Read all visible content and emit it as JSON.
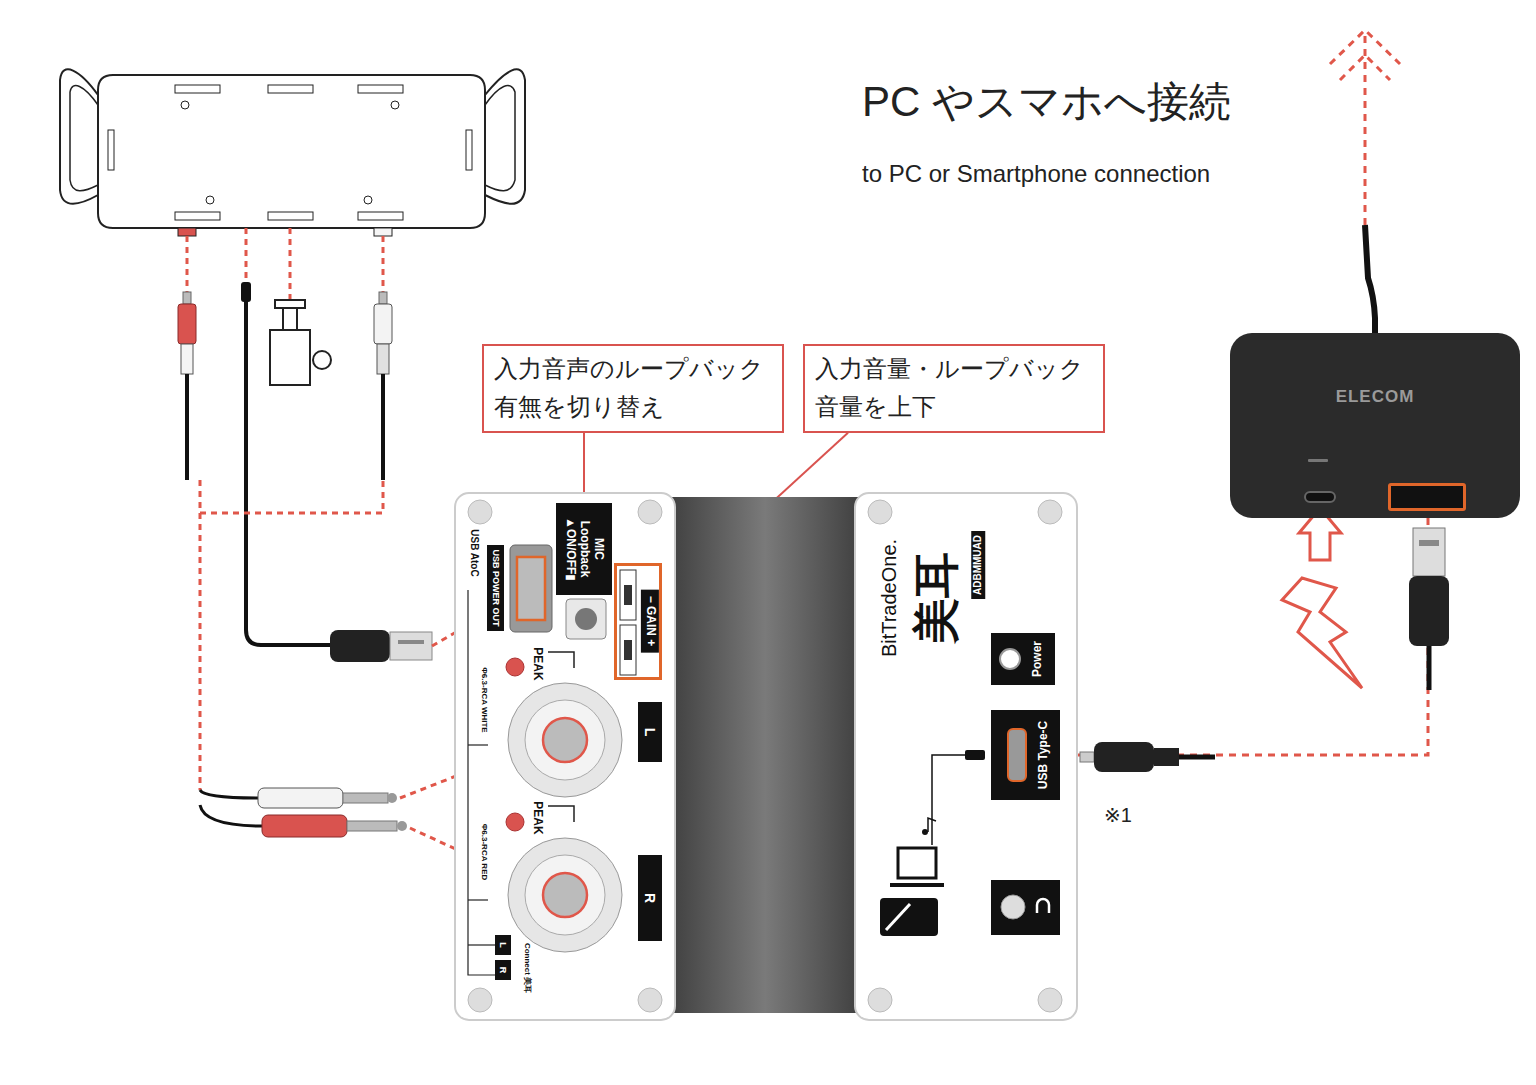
{
  "diagram": {
    "title": "PC やスマホへ接続",
    "nodes": [
      {
        "text": [
          "入力音声のループバック 有無を切り替え"
        ]
      },
      {
        "text": [
          "入力音量・ループバック 音量を上下"
        ]
      },
      {
        "text": [
          "ELECOM"
        ]
      },
      {
        "text": [
          "USB POWER OUT"
        ]
      },
      {
        "text": [
          "MIC Loopback ▲ON/OFF▮"
        ]
      },
      {
        "text": [
          "− GAIN +"
        ]
      },
      {
        "text": [
          "Power"
        ]
      },
      {
        "text": [
          "L"
        ]
      },
      {
        "text": [
          "USB Type-C"
        ]
      },
      {
        "text": [
          "R"
        ]
      }
    ],
    "edges": [
      {
        "from": 0,
        "to": 4,
        "arrow": "none"
      },
      {
        "from": 1,
        "to": 5,
        "arrow": "none"
      },
      {
        "from": 8,
        "to": 2,
        "arrow": "none"
      }
    ],
    "labels": [
      "to PC or Smartphone connection",
      "USB AtoC",
      "PEAK",
      "Φ6.3-RCA WHITE",
      "PEAK",
      "Φ6.3-RCA RED",
      "L",
      "R",
      "Connect 美耳",
      "BitTradeOne.",
      "美耳",
      "ADBMMUAD",
      "※1"
    ]
  }
}
